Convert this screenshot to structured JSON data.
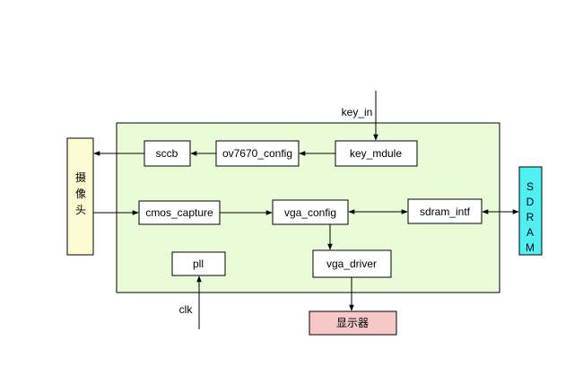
{
  "external": {
    "camera_label": "摄像头",
    "sdram_label": "SDRAM",
    "display_label": "显示器",
    "key_in_label": "key_in",
    "clk_label": "clk"
  },
  "modules": {
    "sccb": "sccb",
    "ov7670_config": "ov7670_config",
    "key_mdule": "key_mdule",
    "cmos_capture": "cmos_capture",
    "vga_config": "vga_config",
    "sdram_intf": "sdram_intf",
    "pll": "pll",
    "vga_driver": "vga_driver"
  },
  "colors": {
    "fpga_fill": "#eafcd7",
    "camera_fill": "#fdfbd3",
    "sdram_fill": "#4ff0f4",
    "display_fill": "#f6c7c7",
    "module_fill": "#ffffff",
    "stroke": "#000000"
  }
}
